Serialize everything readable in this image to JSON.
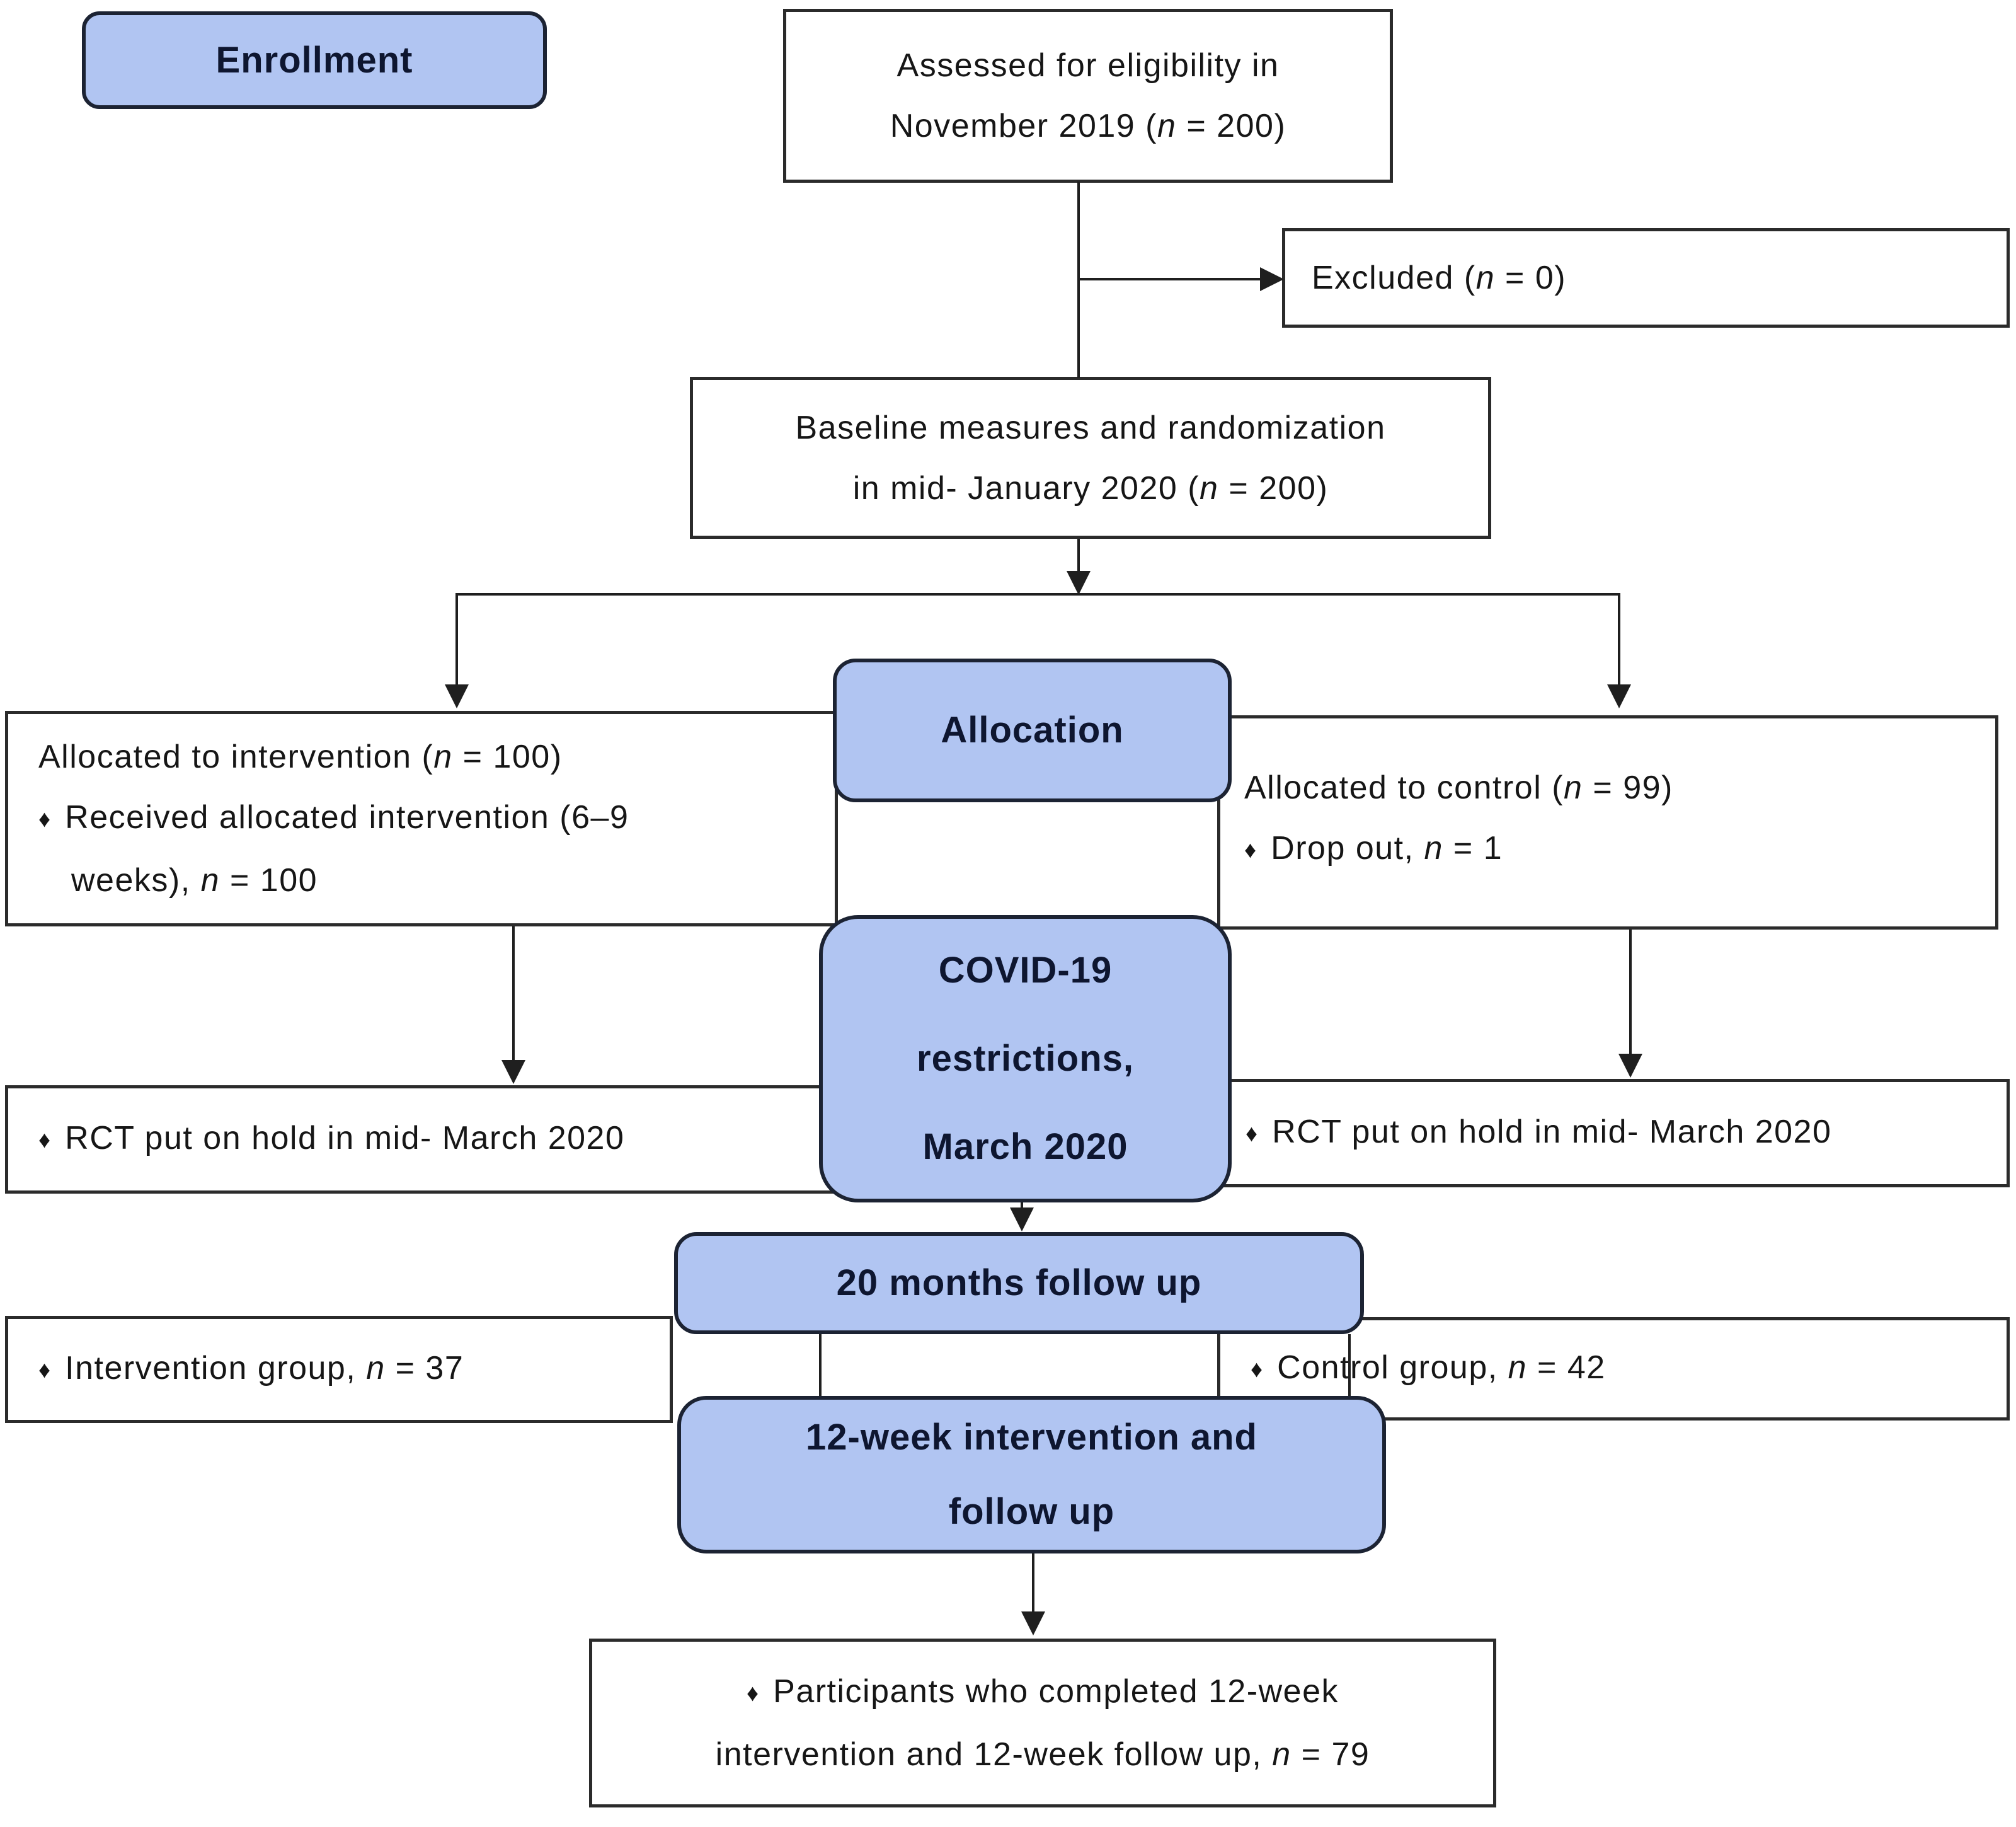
{
  "title": "CONSORT participant flow diagram",
  "colors": {
    "stage_fill": "#b1c5f2",
    "stage_border": "#1c2333",
    "stage_text": "#0e1630",
    "box_border": "#2b2b2b",
    "text": "#161616",
    "line": "#1f1f1f"
  },
  "stages": {
    "enrollment": {
      "label": "Enrollment"
    },
    "allocation": {
      "label": "Allocation"
    },
    "covid": {
      "lines": [
        "COVID-19",
        "restrictions,",
        "March 2020"
      ]
    },
    "followup20": {
      "label": "20 months follow up"
    },
    "week12": {
      "lines": [
        "12-week intervention and",
        "follow up"
      ]
    }
  },
  "boxes": {
    "assessed": {
      "lines": [
        "Assessed for eligibility in",
        "November 2019 (n = 200)"
      ]
    },
    "excluded": {
      "text": "Excluded (n = 0)"
    },
    "baseline": {
      "lines": [
        "Baseline measures and randomization",
        "in mid- January 2020 (n = 200)"
      ]
    },
    "alloc_left": {
      "lines": [
        "Allocated to intervention (n = 100)",
        "♦ Received allocated intervention (6–9",
        "weeks), n = 100"
      ]
    },
    "alloc_right": {
      "lines": [
        "Allocated to control (n = 99)",
        "♦ Drop out, n = 1"
      ]
    },
    "rct_left": {
      "text": "♦ RCT put on hold in mid- March 2020"
    },
    "rct_right": {
      "text": "♦ RCT put on hold in mid- March 2020"
    },
    "group_left": {
      "text": "♦ Intervention group, n = 37"
    },
    "group_right": {
      "text": "♦ Control group, n = 42"
    },
    "completed": {
      "lines": [
        "♦ Participants who completed 12-week",
        "intervention and 12-week follow up, n = 79"
      ]
    }
  }
}
